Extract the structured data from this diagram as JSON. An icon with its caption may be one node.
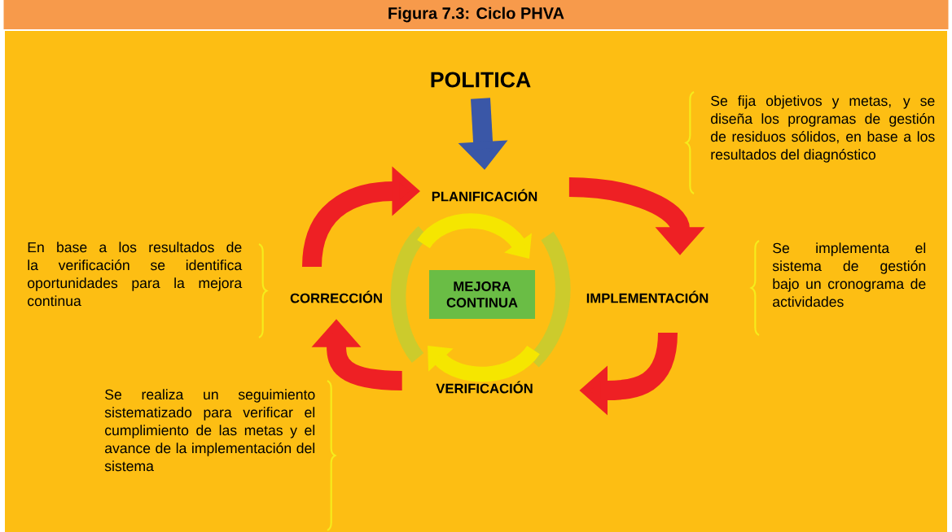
{
  "diagram": {
    "title": "Figura 7.3: Ciclo PHVA",
    "nodes": [
      {
        "text": [
          "POLITICA"
        ]
      },
      {
        "text": [
          "PLANIFICACIÓN"
        ]
      },
      {
        "text": [
          "IMPLEMENTACIÓN"
        ]
      },
      {
        "text": [
          "VERIFICACIÓN"
        ]
      },
      {
        "text": [
          "CORRECCIÓN"
        ]
      },
      {
        "text": [
          "MEJORA CONTINUA"
        ]
      }
    ],
    "edges": [
      {
        "from": 0,
        "to": 1,
        "arrow": "to",
        "color": "#3a57a7"
      },
      {
        "from": 1,
        "to": 2,
        "arrow": "to"
      },
      {
        "from": 2,
        "to": 3,
        "arrow": "to"
      },
      {
        "from": 3,
        "to": 4,
        "arrow": "to"
      },
      {
        "from": 4,
        "to": 1,
        "arrow": "to"
      }
    ],
    "labels": [
      "Se fija objetivos y metas, y se diseña los programas de gestión de residuos sólidos, en base a los resultados del diagnóstico",
      "En base a los resultados de la verificación se identifica oportunidades para la mejora continua",
      "Se implementa el sistema de gestión bajo un cronograma de actividades",
      "Se realiza un seguimiento sistematizado para verificar el cumplimiento de las metas y el avance de la implementación del sistema"
    ]
  }
}
